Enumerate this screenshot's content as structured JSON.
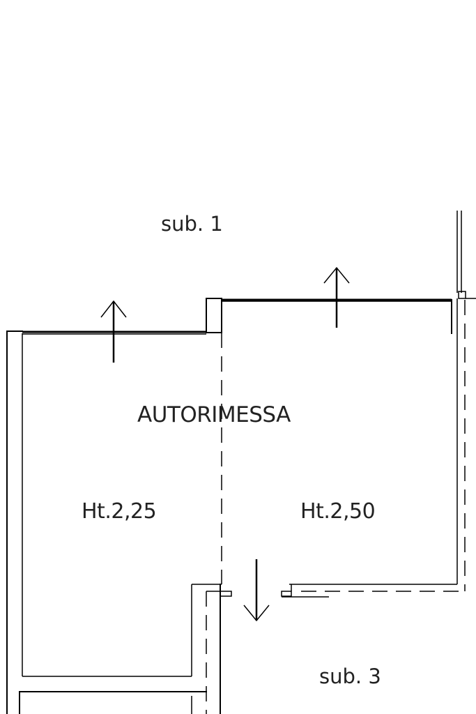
{
  "labels": {
    "unit_top": "sub. 1",
    "room_name": "AUTORIMESSA",
    "height_left": "Ht.2,25",
    "height_right": "Ht.2,50",
    "unit_bottom": "sub. 3"
  }
}
